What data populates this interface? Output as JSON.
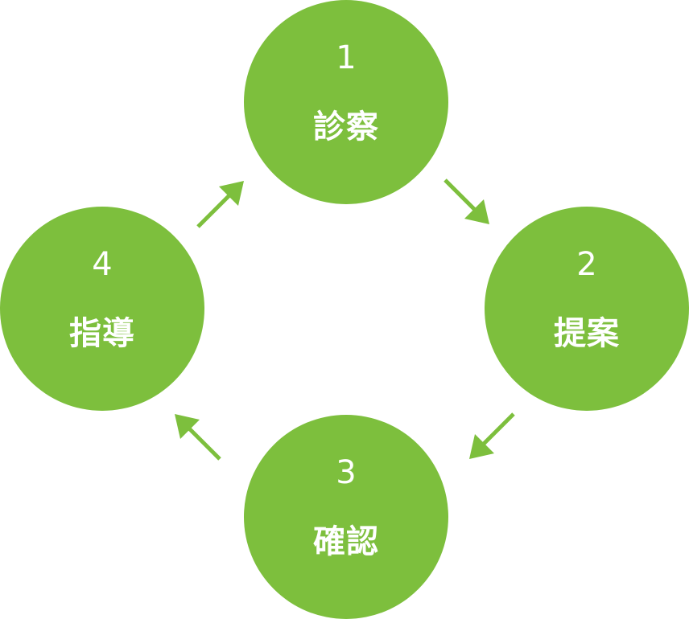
{
  "colors": {
    "accent": "#7dbf3d",
    "text": "#ffffff"
  },
  "steps": [
    {
      "number": "1",
      "label": "診察"
    },
    {
      "number": "2",
      "label": "提案"
    },
    {
      "number": "3",
      "label": "確認"
    },
    {
      "number": "4",
      "label": "指導"
    }
  ],
  "arrows": [
    {
      "from": "1",
      "to": "2",
      "icon": "arrow-down-right-icon"
    },
    {
      "from": "2",
      "to": "3",
      "icon": "arrow-down-left-icon"
    },
    {
      "from": "3",
      "to": "4",
      "icon": "arrow-up-left-icon"
    },
    {
      "from": "4",
      "to": "1",
      "icon": "arrow-up-right-icon"
    }
  ]
}
